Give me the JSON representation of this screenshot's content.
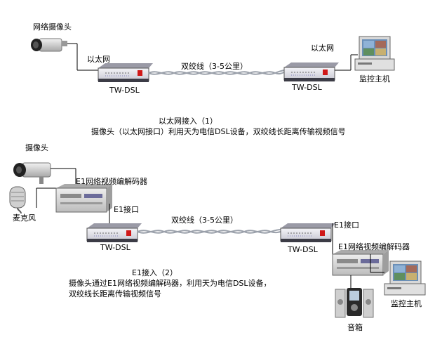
{
  "top": {
    "camera_label": "网络摄像头",
    "ethernet_left": "以太网",
    "ethernet_right": "以太网",
    "twisted_pair": "双绞线（3-5公里）",
    "dsl_left": "TW-DSL",
    "dsl_right": "TW-DSL",
    "monitor_host": "监控主机"
  },
  "caption1": {
    "title": "以太网接入（1）",
    "desc": "摄像头（以太网接口）利用天为电信DSL设备，双绞线长距离传输视频信号"
  },
  "bottom": {
    "camera_label": "摄像头",
    "microphone": "麦克风",
    "codec_left": "E1网络视频编解码器",
    "e1_left": "E1接口",
    "twisted_pair": "双绞线（3-5公里）",
    "dsl_left": "TW-DSL",
    "dsl_right": "TW-DSL",
    "e1_right": "E1接口",
    "codec_right": "E1网络视频编解码器",
    "monitor_host": "监控主机",
    "speaker": "音箱"
  },
  "caption2": {
    "title": "E1接入（2）",
    "line1": "摄像头通过E1网络视频编解码器，利用天为电信DSL设备，",
    "line2": "双绞线长距离传输视频信号"
  },
  "colors": {
    "device_body": "#e6e6ee",
    "device_dark": "#3c3c46",
    "indicator_red": "#d01818",
    "wire": "#9aa0aa",
    "line": "#000000"
  }
}
